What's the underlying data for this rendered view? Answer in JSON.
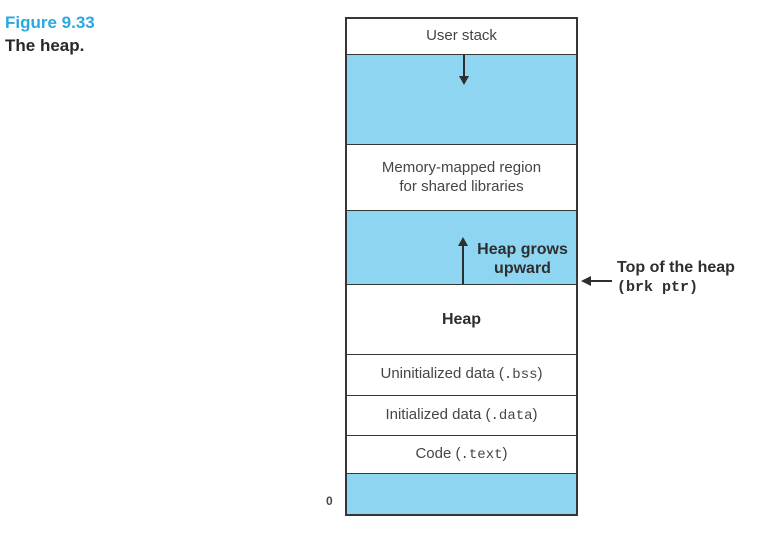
{
  "figure": {
    "number": "Figure 9.33",
    "title": "The heap."
  },
  "diagram": {
    "origin_label": "0",
    "segments": {
      "user_stack": "User stack",
      "mmap_line1": "Memory-mapped region",
      "mmap_line2": "for shared libraries",
      "heap_grows_line1": "Heap grows",
      "heap_grows_line2": "upward",
      "heap": "Heap",
      "bss_prefix": "Uninitialized data (",
      "bss_mono": ".bss",
      "bss_suffix": ")",
      "data_prefix": "Initialized data (",
      "data_mono": ".data",
      "data_suffix": ")",
      "code_prefix": "Code (",
      "code_mono": ".text",
      "code_suffix": ")"
    },
    "annotation": {
      "line1": "Top of the heap",
      "line2": "(brk ptr)"
    },
    "icons": {
      "stack_growth": "down-arrow",
      "heap_growth": "up-arrow",
      "brk_pointer": "left-arrow"
    }
  },
  "colors": {
    "segment_fill": "#8ed5f2",
    "caption_accent": "#29a9e1",
    "border": "#363636",
    "text": "#454545"
  }
}
